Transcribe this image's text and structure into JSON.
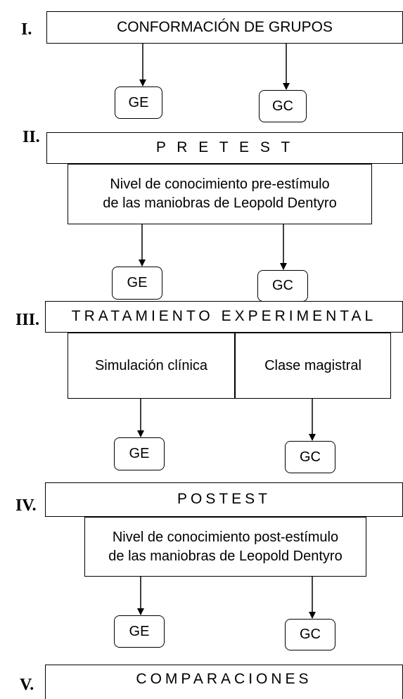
{
  "stages": [
    {
      "numeral": "I.",
      "title": "CONFORMACIÓN DE GRUPOS",
      "groups": [
        "GE",
        "GC"
      ]
    },
    {
      "numeral": "II.",
      "title": "P R E T E S T",
      "description_lines": [
        "Nivel de conocimiento pre-estímulo",
        "de las maniobras de Leopold Dentyro"
      ],
      "groups": [
        "GE",
        "GC"
      ]
    },
    {
      "numeral": "III.",
      "title": "TRATAMIENTO EXPERIMENTAL",
      "treatments": [
        "Simulación clínica",
        "Clase magistral"
      ],
      "groups": [
        "GE",
        "GC"
      ]
    },
    {
      "numeral": "IV.",
      "title": "POSTEST",
      "description_lines": [
        "Nivel de conocimiento post-estímulo",
        "de las maniobras de Leopold Dentyro"
      ],
      "groups": [
        "GE",
        "GC"
      ]
    },
    {
      "numeral": "V.",
      "title": "COMPARACIONES"
    }
  ]
}
